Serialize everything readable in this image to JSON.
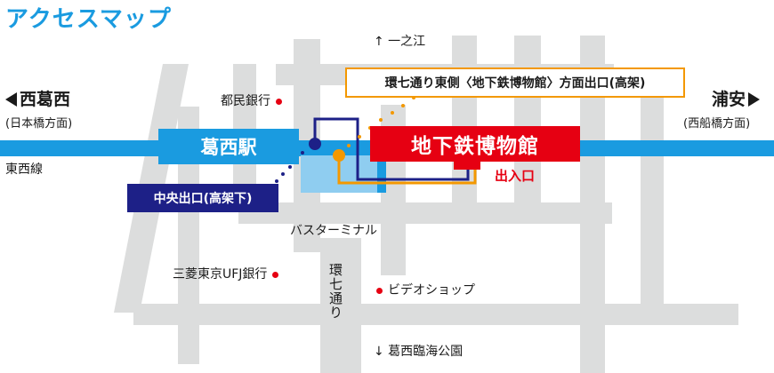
{
  "title": "アクセスマップ",
  "directions": {
    "north": "↑ 一之江",
    "south": "↓ 葛西臨海公園",
    "west": "西葛西",
    "west_sub": "(日本橋方面)",
    "east": "浦安",
    "east_sub": "(西船橋方面)"
  },
  "line_name": "東西線",
  "station": "葛西駅",
  "museum": "地下鉄博物館",
  "museum_entrance": "出入口",
  "exits": {
    "east_side": "環七通り東側〈地下鉄博物館〉方面出口(高架)",
    "central": "中央出口(高架下)"
  },
  "landmarks": {
    "bank_tomin": "都民銀行",
    "bank_ufj": "三菱東京UFJ銀行",
    "video_shop": "ビデオショップ",
    "bus_terminal": "バスターミナル",
    "kannana": "環七通り"
  },
  "colors": {
    "title": "#1a9be0",
    "rail": "#1a9be0",
    "station_box": "#1a9be0",
    "museum_box": "#e60012",
    "road": "#dcdddd",
    "central_exit": "#1d2087",
    "east_exit": "#f39800",
    "landmark_dot": "#e60012"
  },
  "icons": {
    "west_arrow": "triangle-left-icon",
    "east_arrow": "triangle-right-icon",
    "landmark": "red-dot-icon",
    "exit_marker": "circle-marker-icon"
  }
}
